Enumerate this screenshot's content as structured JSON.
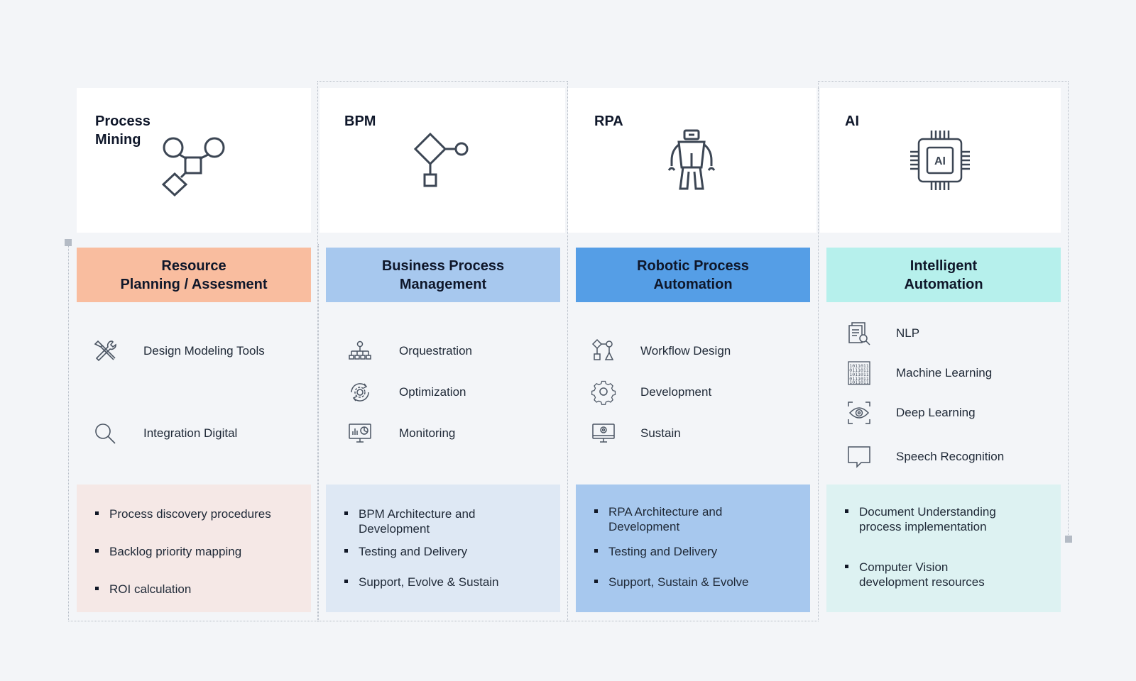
{
  "columns": [
    {
      "title": "Process\nMining",
      "banner": "Resource\nPlanning / Assesment",
      "banner_color": "#f9bd9f",
      "bottom_color": "#f5e8e6",
      "features": [
        {
          "icon": "tools-icon",
          "label": "Design Modeling Tools"
        },
        {
          "icon": "magnifier-icon",
          "label": "Integration Digital"
        }
      ],
      "bullets": [
        "Process discovery procedures",
        "Backlog priority mapping",
        "ROI calculation"
      ]
    },
    {
      "title": "BPM",
      "banner": "Business Process\nManagement",
      "banner_color": "#a7c8ee",
      "bottom_color": "#dee8f4",
      "features": [
        {
          "icon": "org-chart-icon",
          "label": "Orquestration"
        },
        {
          "icon": "optimization-gear-icon",
          "label": "Optimization"
        },
        {
          "icon": "monitor-chart-icon",
          "label": "Monitoring"
        }
      ],
      "bullets": [
        "BPM Architecture and\nDevelopment",
        "Testing and Delivery",
        "Support, Evolve & Sustain"
      ]
    },
    {
      "title": "RPA",
      "banner": "Robotic Process\nAutomation",
      "banner_color": "#559ee6",
      "bottom_color": "#a7c8ee",
      "features": [
        {
          "icon": "workflow-shapes-icon",
          "label": "Workflow Design"
        },
        {
          "icon": "gear-icon",
          "label": "Development"
        },
        {
          "icon": "monitor-gear-icon",
          "label": "Sustain"
        }
      ],
      "bullets": [
        "RPA Architecture and\nDevelopment",
        "Testing and Delivery",
        "Support, Sustain & Evolve"
      ]
    },
    {
      "title": "AI",
      "banner": "Intelligent\nAutomation",
      "banner_color": "#b6f0ec",
      "bottom_color": "#ddf2f2",
      "features": [
        {
          "icon": "document-search-icon",
          "label": "NLP"
        },
        {
          "icon": "binary-code-icon",
          "label": "Machine Learning"
        },
        {
          "icon": "eye-scan-icon",
          "label": "Deep Learning"
        },
        {
          "icon": "speech-bubble-icon",
          "label": "Speech Recognition"
        }
      ],
      "bullets": [
        "Document Understanding\nprocess implementation",
        "Computer Vision\ndevelopment resources"
      ]
    }
  ],
  "ai_chip_label": "AI"
}
